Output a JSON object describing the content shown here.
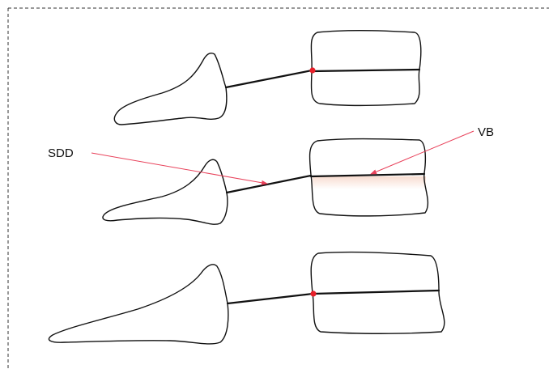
{
  "labels": {
    "sdd": "SDD",
    "vb": "VB"
  },
  "colors": {
    "outline": "#111111",
    "marker": "#e8202a",
    "pointer": "#e8415a",
    "frame": "#333333",
    "glow": "#f7d9cc"
  },
  "icons": {
    "junction_marker": "red-dot"
  }
}
